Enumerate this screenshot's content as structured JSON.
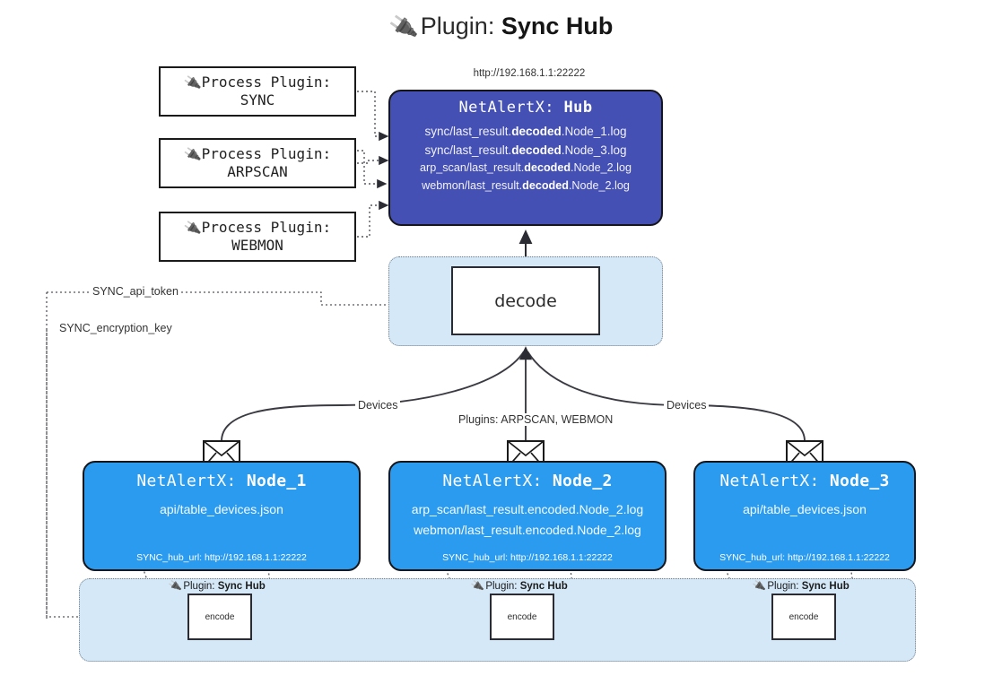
{
  "header": {
    "plug_icon": "plug-icon",
    "title_lead": "Plugin:",
    "title_strong": "Sync Hub",
    "hub_url": "http://192.168.1.1:22222"
  },
  "process_plugins": [
    {
      "line1": "Process Plugin:",
      "line2": "SYNC",
      "icon": "plug-icon"
    },
    {
      "line1": "Process Plugin:",
      "line2": "ARPSCAN",
      "icon": "plug-icon"
    },
    {
      "line1": "Process Plugin:",
      "line2": "WEBMON",
      "icon": "plug-icon"
    }
  ],
  "hub": {
    "title_lead": "NetAlertX:",
    "title_strong": "Hub",
    "logs": [
      {
        "pre": "sync/last_result.",
        "mid": "decoded",
        "post": ".Node_1.log"
      },
      {
        "pre": "sync/last_result.",
        "mid": "decoded",
        "post": ".Node_3.log"
      },
      {
        "pre": "arp_scan/last_result.",
        "mid": "decoded",
        "post": ".Node_2.log"
      },
      {
        "pre": "webmon/last_result.",
        "mid": "decoded",
        "post": ".Node_2.log"
      }
    ]
  },
  "decode": {
    "label": "decode"
  },
  "settings": {
    "api_token": "SYNC_api_token",
    "encryption_key": "SYNC_encryption_key"
  },
  "edges": {
    "devices_left": "Devices",
    "devices_right": "Devices",
    "plugins_center": "Plugins: ARPSCAN, WEBMON"
  },
  "nodes": [
    {
      "title_lead": "NetAlertX:",
      "title_strong": "Node_1",
      "lines": [
        "api/table_devices.json"
      ],
      "footer": "SYNC_hub_url: http://192.168.1.1:22222",
      "envelope_icon": "envelope-icon"
    },
    {
      "title_lead": "NetAlertX:",
      "title_strong": "Node_2",
      "lines": [
        "arp_scan/last_result.encoded.Node_2.log",
        "webmon/last_result.encoded.Node_2.log"
      ],
      "footer": "SYNC_hub_url: http://192.168.1.1:22222",
      "envelope_icon": "envelope-icon"
    },
    {
      "title_lead": "NetAlertX:",
      "title_strong": "Node_3",
      "lines": [
        "api/table_devices.json"
      ],
      "footer": "SYNC_hub_url: http://192.168.1.1:22222",
      "envelope_icon": "envelope-icon"
    }
  ],
  "encoders": [
    {
      "label": "encode",
      "plugin_lead": "Plugin:",
      "plugin_strong": "Sync Hub",
      "icon": "plug-icon"
    },
    {
      "label": "encode",
      "plugin_lead": "Plugin:",
      "plugin_strong": "Sync Hub",
      "icon": "plug-icon"
    },
    {
      "label": "encode",
      "plugin_lead": "Plugin:",
      "plugin_strong": "Sync Hub",
      "icon": "plug-icon"
    }
  ],
  "colors": {
    "hub_fill": "#4450b4",
    "node_fill": "#2b9bf0",
    "pool_fill": "#d4e8f8",
    "stroke": "#15151a"
  }
}
